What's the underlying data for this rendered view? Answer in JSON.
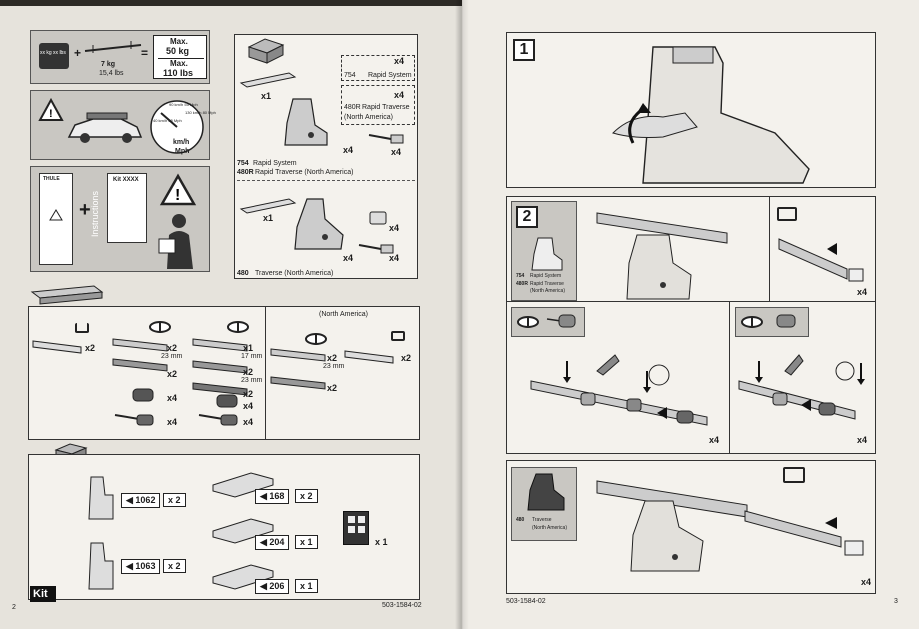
{
  "left_page": {
    "weight": {
      "kg_lbs_badge": "xx kg xx lbs",
      "plus": "+",
      "equals": "=",
      "bar_weight_kg": "7 kg",
      "bar_weight_lbs": "15,4 lbs",
      "max_label_1": "Max.",
      "max_value_1": "50 kg",
      "max_label_2": "Max.",
      "max_value_2": "110 lbs"
    },
    "speed": {
      "marker_1": "90 km/h 55 Mph",
      "marker_2": "130 km/h 80 Mph",
      "marker_3": "40 km/h 25 Mph",
      "unit_1": "km/h",
      "unit_2": "Mph"
    },
    "instructions": {
      "brand": "THULE",
      "kit_label": "Kit XXXX",
      "kit_sub": "",
      "instructions_word": "Instructions",
      "plus": "+"
    },
    "parts_top": {
      "qty_strip": "x1",
      "qty_foot": "x4",
      "qty_key": "x4",
      "box_1_qty": "x4",
      "box_1_code": "754",
      "box_1_name": "Rapid System",
      "box_2_qty": "x4",
      "box_2_code": "480R",
      "box_2_name": "Rapid Traverse",
      "box_2_sub": "(North America)",
      "code_754": "754",
      "name_754": "Rapid System",
      "code_480R": "480R",
      "name_480R": "Rapid Traverse (North America)",
      "qty_strip_2": "x1",
      "qty_pad_2": "x4",
      "qty_foot_2": "x4",
      "qty_key_2": "x4",
      "code_480": "480",
      "name_480": "Traverse (North America)"
    },
    "bars": {
      "north_america": "(North America)",
      "col1_qty": "x2",
      "col2_qty_1": "x2",
      "col2_mm_1": "23 mm",
      "col2_qty_2": "x2",
      "col2_qty_3": "x4",
      "col2_qty_4": "x4",
      "col3_qty_1": "x1",
      "col3_mm_1": "17 mm",
      "col3_qty_2": "x2",
      "col3_mm_2": "23 mm",
      "col3_qty_3": "x2",
      "col3_qty_4": "x4",
      "col3_qty_5": "x4",
      "col4_qty_1": "x2",
      "col4_mm_1": "23 mm",
      "col4_qty_2": "x2",
      "col5_qty": "x2"
    },
    "kit_parts": {
      "p1062": "1062",
      "p1062_qty": "x 2",
      "p1063": "1063",
      "p1063_qty": "x 2",
      "p168": "168",
      "p168_qty": "x 2",
      "p204": "204",
      "p204_qty": "x 1",
      "p206": "206",
      "p206_qty": "x 1",
      "key_qty": "x 1"
    },
    "footer": {
      "kit": "Kit",
      "page_no": "2",
      "doc_no": "503-1584-02"
    }
  },
  "right_page": {
    "step1": {
      "num": "1"
    },
    "step2": {
      "num": "2",
      "code_754": "754",
      "name_754": "Rapid System",
      "code_480R": "480R",
      "name_480R": "Rapid Traverse",
      "sub_480R": "(North America)",
      "qty_a": "x4",
      "qty_b": "x4",
      "qty_c": "x4"
    },
    "step3": {
      "code_480": "480",
      "name_480": "Traverse",
      "sub_480": "(North America)",
      "qty": "x4"
    },
    "footer": {
      "doc_no": "503-1584-02",
      "page_no": "3"
    }
  },
  "colors": {
    "paper": "#efece6",
    "panel_gray": "#c9c7c2",
    "ink": "#1c1c1c"
  }
}
